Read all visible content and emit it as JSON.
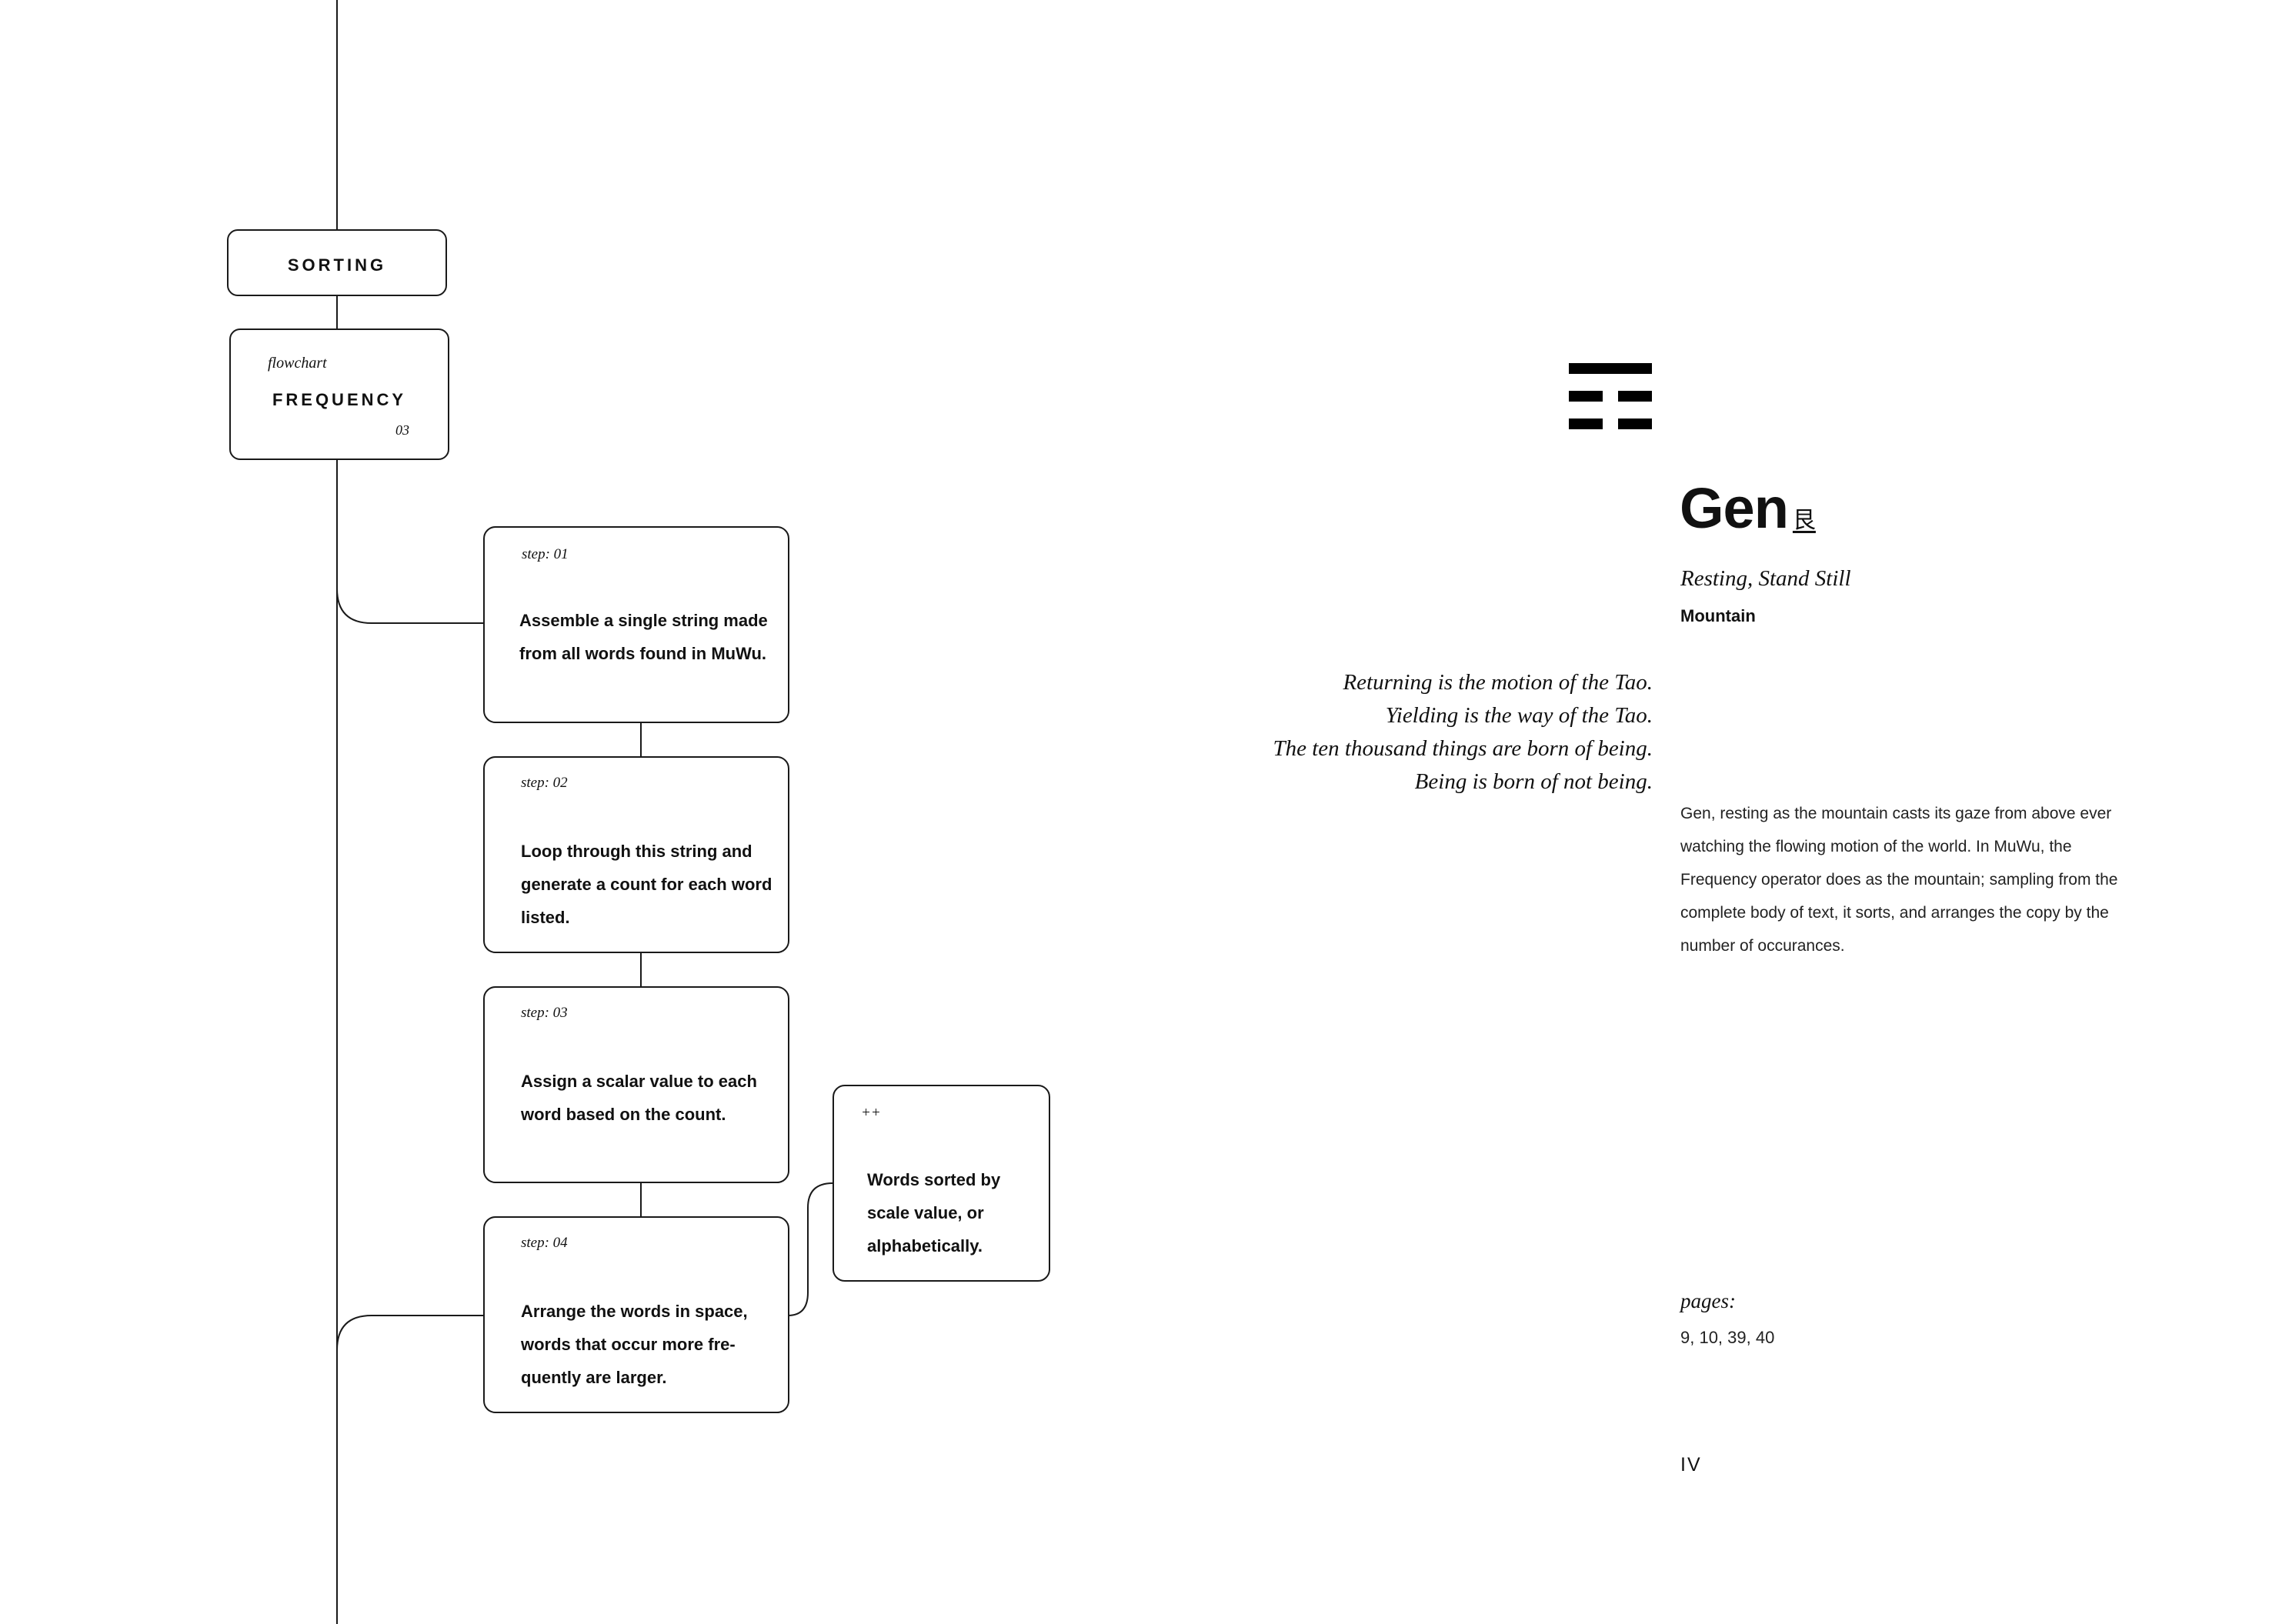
{
  "flowchart": {
    "header_label": "SORTING",
    "card": {
      "kicker": "flowchart",
      "title": "FREQUENCY",
      "number": "03"
    },
    "steps": [
      {
        "tag": "step: 01",
        "text": "Assemble a single string made from all words found in MuWu."
      },
      {
        "tag": "step: 02",
        "text": "Loop through this string and generate a count for each word listed."
      },
      {
        "tag": "step: 03",
        "text": "Assign a scalar value to each word based on the count."
      },
      {
        "tag": "step: 04",
        "text": "Arrange the words in space, words that occur more fre-quently are larger."
      }
    ],
    "side_note": {
      "tag": "++",
      "text": "Words sorted by scale value, or alphabetically."
    }
  },
  "quote": {
    "lines": [
      "Returning is the motion of the Tao.",
      "Yielding is the way of the Tao.",
      "The ten thousand things are born of being.",
      "Being is born of not being."
    ]
  },
  "trigram": {
    "icon": "gen-trigram-icon",
    "name": "Gen",
    "glyph": "艮",
    "subtitle": "Resting, Stand Still",
    "element": "Mountain",
    "description": "Gen, resting as the mountain casts its gaze from above ever watching the flowing motion of the world. In MuWu, the Frequency operator does as the mountain; sampling from the complete body of text, it sorts, and arranges the copy by the number of occurances.",
    "pages_label": "pages:",
    "pages": "9, 10, 39, 40",
    "numeral": "IV"
  }
}
